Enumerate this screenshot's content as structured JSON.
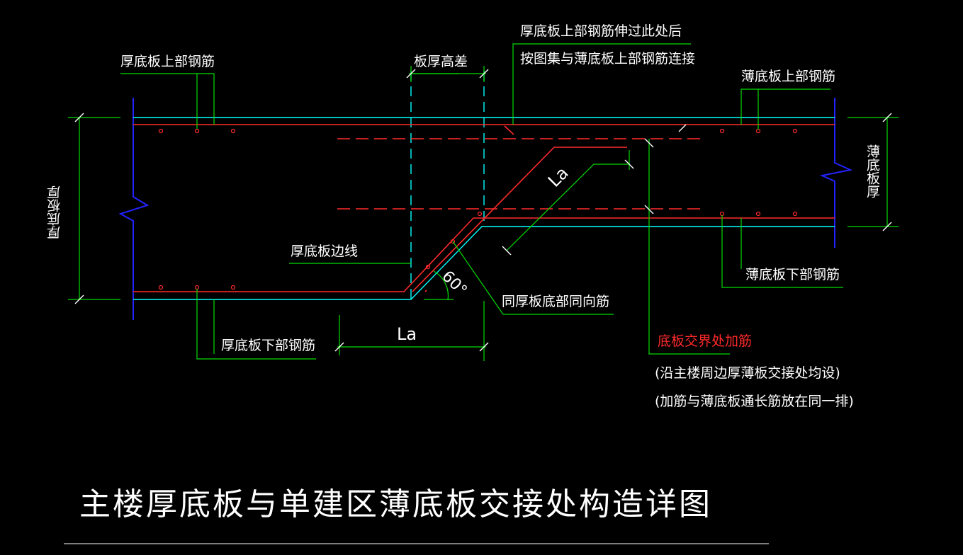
{
  "drawing": {
    "title": "主楼厚底板与单建区薄底板交接处构造详图",
    "labels": {
      "thick_top_rebar": "厚底板上部钢筋",
      "thickness_diff": "板厚高差",
      "extend_line1": "厚底板上部钢筋伸过此处后",
      "extend_line2": "按图集与薄底板上部钢筋连接",
      "thin_top_rebar": "薄底板上部钢筋",
      "thick_edge_line": "厚底板边线",
      "same_dir_rebar": "同厚板底部同向筋",
      "thin_bottom_rebar": "薄底板下部钢筋",
      "thick_bottom_rebar": "厚底板下部钢筋",
      "boundary_add_rebar": "底板交界处加筋",
      "note1": "(沿主楼周边厚薄板交接处均设)",
      "note2": "(加筋与薄底板通长筋放在同一排)",
      "thick_thickness": "厚底板厚",
      "thin_thickness": "薄底板厚",
      "la_bottom": "La",
      "la_slope": "La",
      "angle": "60°"
    },
    "colors": {
      "slab_outline": "#00ffff",
      "rebar": "#ff2a2a",
      "leader": "#00ff00",
      "dashed": "#00ffff",
      "break_line": "#2020ff",
      "text": "#ffffff",
      "highlight_text": "#ff2a2a"
    }
  }
}
